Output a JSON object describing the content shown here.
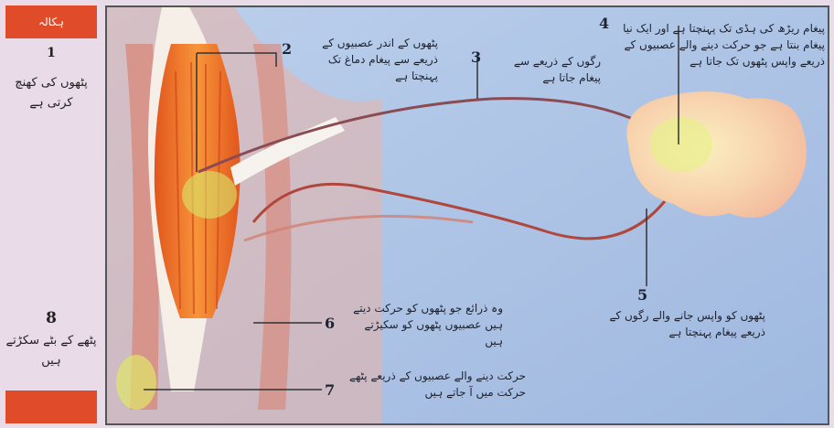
{
  "sidebar": {
    "top_tag": "ہکالہ",
    "bottom_tag": "",
    "step1_number": "1",
    "step1_text": "پٹھوں کی کھنچ کرتی ہے",
    "step8_number": "8",
    "step8_text": "پٹھے کے بٹے سکڑتے ہیں"
  },
  "diagram": {
    "label_2": {
      "number": "2",
      "text": "پٹھوں کے اندر عصبیوں کے ذریعے سے پیغام دماغ تک پہنچتا ہے"
    },
    "label_3": {
      "number": "3",
      "text": "رگوں کے ذریعے سے پیغام جاتا ہے"
    },
    "label_4": {
      "number": "4",
      "text": "پیغام ریڑھ کی ہڈی تک پہنچتا ہے اور ایک نیا پیغام بنتا ہے جو حرکت دینے والے عصبیوں کے ذریعے واپس پٹھوں تک جاتا ہے"
    },
    "label_5": {
      "number": "5",
      "text": "پٹھوں کو واپس جانے والے رگوں کے ذریعے پیغام پہنچتا ہے"
    },
    "label_6": {
      "number": "6",
      "text": "وہ ذرائع جو پٹھوں کو حرکت دیتے ہیں عصبیوں پٹھوں کو سکیڑتے ہیں"
    },
    "label_7": {
      "number": "7",
      "text": "حرکت دینے والے عصبیوں کے ذریعے پٹھے حرکت میں آ جاتے ہیں"
    }
  },
  "colors": {
    "accent": "#e04b2a",
    "background": "#a9c1e3",
    "muscle": "#f07a2a",
    "nerve": "#c0433a"
  }
}
